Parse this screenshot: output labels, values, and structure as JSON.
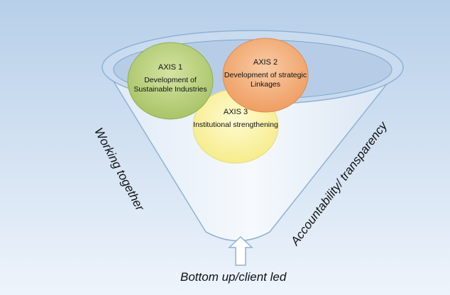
{
  "axes": [
    {
      "title": "AXIS 1",
      "desc": "Development of Sustainable Industries",
      "color": "#b8cf7a"
    },
    {
      "title": "AXIS 2",
      "desc": "Development of strategic Linkages",
      "color": "#f4b27d"
    },
    {
      "title": "AXIS 3",
      "desc": "Institutional strengthening",
      "color": "#fbf3a6"
    }
  ],
  "left_label": "Working together",
  "right_label": "Accountability/ transparency",
  "bottom_label": "Bottom up/client led",
  "colors": {
    "background_top": "#b7cfe9",
    "background_bottom": "#eef4fb",
    "funnel_outline": "#8fb2d6",
    "arrow_fill": "#ffffff"
  },
  "icons": [
    "funnel-shape",
    "up-arrow-icon"
  ]
}
